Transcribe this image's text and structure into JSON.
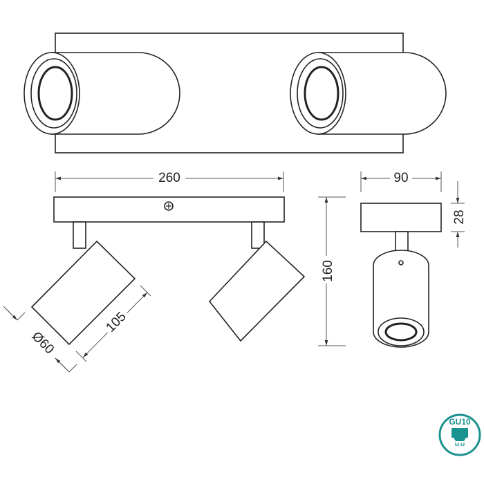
{
  "dimensions": {
    "width_total": "260",
    "depth": "90",
    "plate_height": "28",
    "height_total": "160",
    "spot_length": "105",
    "spot_diameter": "Ø60"
  },
  "badge": {
    "label": "GU10",
    "icon": "gu10-bulb-icon",
    "color": "#1a9290"
  }
}
